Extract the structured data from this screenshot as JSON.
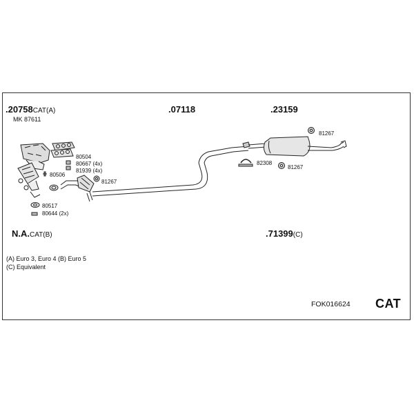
{
  "diagram": {
    "top_labels": {
      "cat_a": {
        "part": ".20758",
        "suffix": "CAT(A)"
      },
      "mk": "MK  87611",
      "middle_pipe": ".07118",
      "rear_silencer": ".23159"
    },
    "hardware_labels": {
      "h80504": "80504",
      "h80667": "80667 (4x)",
      "h81939": "81939 (4x)",
      "h80506": "80506",
      "h81267_mid": "81267",
      "h80517": "80517",
      "h80644": "80644 (2x)",
      "h81267_rear_top": "81267",
      "h82308": "82308",
      "h81267_rear_bottom": "81267"
    },
    "bottom_labels": {
      "na_cat": {
        "part": "N.A.",
        "suffix": "CAT(B)"
      },
      "equivalent": {
        "part": ".71399",
        "suffix": "(C)"
      }
    },
    "notes": [
      "(A) Euro 3, Euro 4 (B) Euro 5",
      "(C) Equivalent"
    ],
    "order_code": "FOK016624",
    "category": "CAT"
  }
}
